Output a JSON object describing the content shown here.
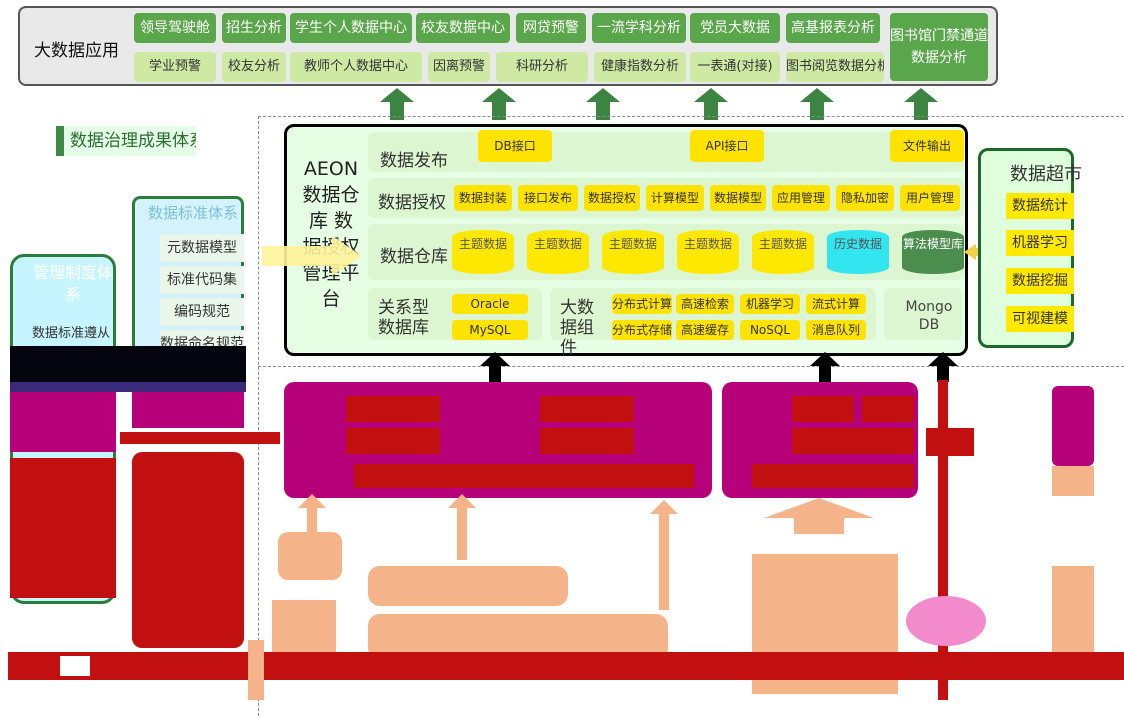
{
  "apps": {
    "title": "大数据应用",
    "row1": [
      "领导驾驶舱",
      "招生分析",
      "学生个人数据中心",
      "校友数据中心",
      "网贷预警",
      "一流学科分析",
      "党员大数据",
      "高基报表分析"
    ],
    "row2": [
      "学业预警",
      "校友分析",
      "教师个人数据中心",
      "因离预警",
      "科研分析",
      "健康指数分析",
      "一表通(对接)",
      "图书阅览数据分析"
    ],
    "side": "图书馆门禁通道数据分析"
  },
  "governance_label": "数据治理成果体系",
  "aeon": {
    "title": "AEON 数据仓库 数据授权 管理平台",
    "publish": {
      "label": "数据发布",
      "items": [
        "DB接口",
        "API接口",
        "文件输出"
      ]
    },
    "auth": {
      "label": "数据授权",
      "items": [
        "数据封装",
        "接口发布",
        "数据授权",
        "计算模型",
        "数据模型",
        "应用管理",
        "隐私加密",
        "用户管理"
      ]
    },
    "warehouse": {
      "label": "数据仓库",
      "subjects": [
        "主题数据",
        "主题数据",
        "主题数据",
        "主题数据",
        "主题数据"
      ],
      "history": "历史数据",
      "algo": "算法模型库"
    },
    "relational": {
      "label": "关系型数据库",
      "items": [
        "Oracle",
        "MySQL"
      ]
    },
    "bigdata": {
      "label": "大数据组件",
      "row1": [
        "分布式计算",
        "高速检索",
        "机器学习",
        "流式计算"
      ],
      "row2": [
        "分布式存储",
        "高速缓存",
        "NoSQL",
        "消息队列"
      ]
    },
    "mongo": "Mongo DB"
  },
  "market": {
    "title": "数据超市",
    "items": [
      "数据统计",
      "机器学习",
      "数据挖掘",
      "可视建模"
    ]
  },
  "standards": {
    "title": "数据标准体系",
    "items": [
      "元数据模型",
      "标准代码集",
      "编码规范",
      "数据命名规范"
    ]
  },
  "mgmt": {
    "title": "管理制度体系",
    "item": "数据标准遵从"
  },
  "colors": {
    "green": "#5aa64a",
    "yellow": "#ffe300",
    "magenta": "#b5007a",
    "red": "#c21010"
  }
}
